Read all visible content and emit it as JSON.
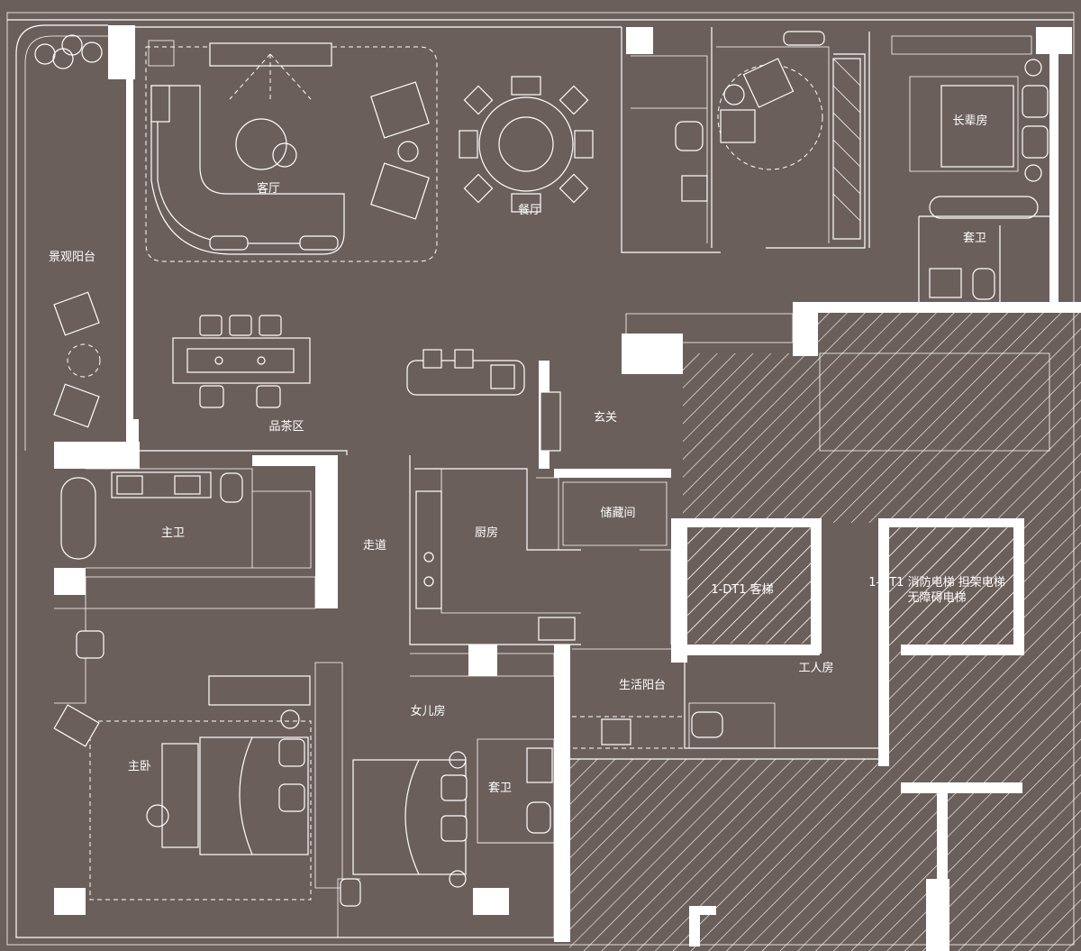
{
  "colors": {
    "background": "#6b5f5b",
    "line": "#ffffff",
    "hatch": "#ffffff"
  },
  "rooms": {
    "living_room": "客厅",
    "dining_room": "餐厅",
    "elder_room": "长辈房",
    "suite_bath_upper": "套卫",
    "view_balcony": "景观阳台",
    "tea_area": "品茶区",
    "entrance": "玄关",
    "storage": "储藏间",
    "kitchen": "厨房",
    "corridor": "走道",
    "master_bath": "主卫",
    "master_bedroom": "主卧",
    "daughter_room": "女儿房",
    "suite_bath_lower": "套卫",
    "service_balcony": "生活阳台",
    "worker_room": "工人房",
    "elevator_passenger": "1-DT1  客梯",
    "elevator_fire_line1": "1-DT1  消防电梯  担架电梯",
    "elevator_fire_line2": "无障碍电梯"
  }
}
